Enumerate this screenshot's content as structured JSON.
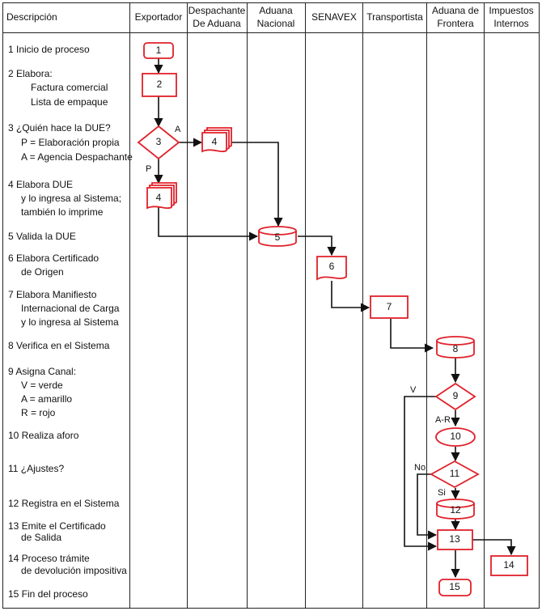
{
  "header": {
    "descripcion": "Descripción",
    "exportador": "Exportador",
    "despachante_l1": "Despachante",
    "despachante_l2": "De Aduana",
    "aduana_l1": "Aduana",
    "aduana_l2": "Nacional",
    "senavex": "SENAVEX",
    "transportista": "Transportista",
    "frontera_l1": "Aduana de",
    "frontera_l2": "Frontera",
    "impuestos_l1": "Impuestos",
    "impuestos_l2": "Internos"
  },
  "steps": [
    [
      "1   Inicio de proceso"
    ],
    [
      "2   Elabora:",
      "Factura comercial",
      "Lista de empaque"
    ],
    [
      "3   ¿Quién hace la DUE?",
      "P = Elaboración propia",
      "A = Agencia Despachante"
    ],
    [
      "4   Elabora DUE",
      "y lo ingresa al Sistema;",
      "también lo imprime"
    ],
    [
      "5    Valida la DUE"
    ],
    [
      "6   Elabora Certificado",
      "de Origen"
    ],
    [
      "7   Elabora Manifiesto",
      "Internacional de Carga",
      "y lo ingresa al Sistema"
    ],
    [
      "8   Verifica en el Sistema"
    ],
    [
      "9   Asigna Canal:",
      "V = verde",
      "A = amarillo",
      "R = rojo"
    ],
    [
      "10 Realiza aforo"
    ],
    [
      "11 ¿Ajustes?"
    ],
    [
      "12 Registra en el Sistema"
    ],
    [
      "13 Emite el Certificado",
      "de Salida"
    ],
    [
      "14 Proceso trámite",
      "de devolución impositiva"
    ],
    [
      "15 Fin del proceso"
    ]
  ],
  "nodes": {
    "n1": "1",
    "n2": "2",
    "n3": "3",
    "n4a": "4",
    "n4p": "4",
    "n5": "5",
    "n6": "6",
    "n7": "7",
    "n8": "8",
    "n9": "9",
    "n10": "10",
    "n11": "11",
    "n12": "12",
    "n13": "13",
    "n14": "14",
    "n15": "15"
  },
  "branches": {
    "a": "A",
    "p": "P",
    "v": "V",
    "ar": "A-R",
    "no": "No",
    "si": "Si"
  },
  "colors": {
    "shape_stroke": "#e0202a",
    "line": "#111111",
    "grid": "#222222"
  }
}
